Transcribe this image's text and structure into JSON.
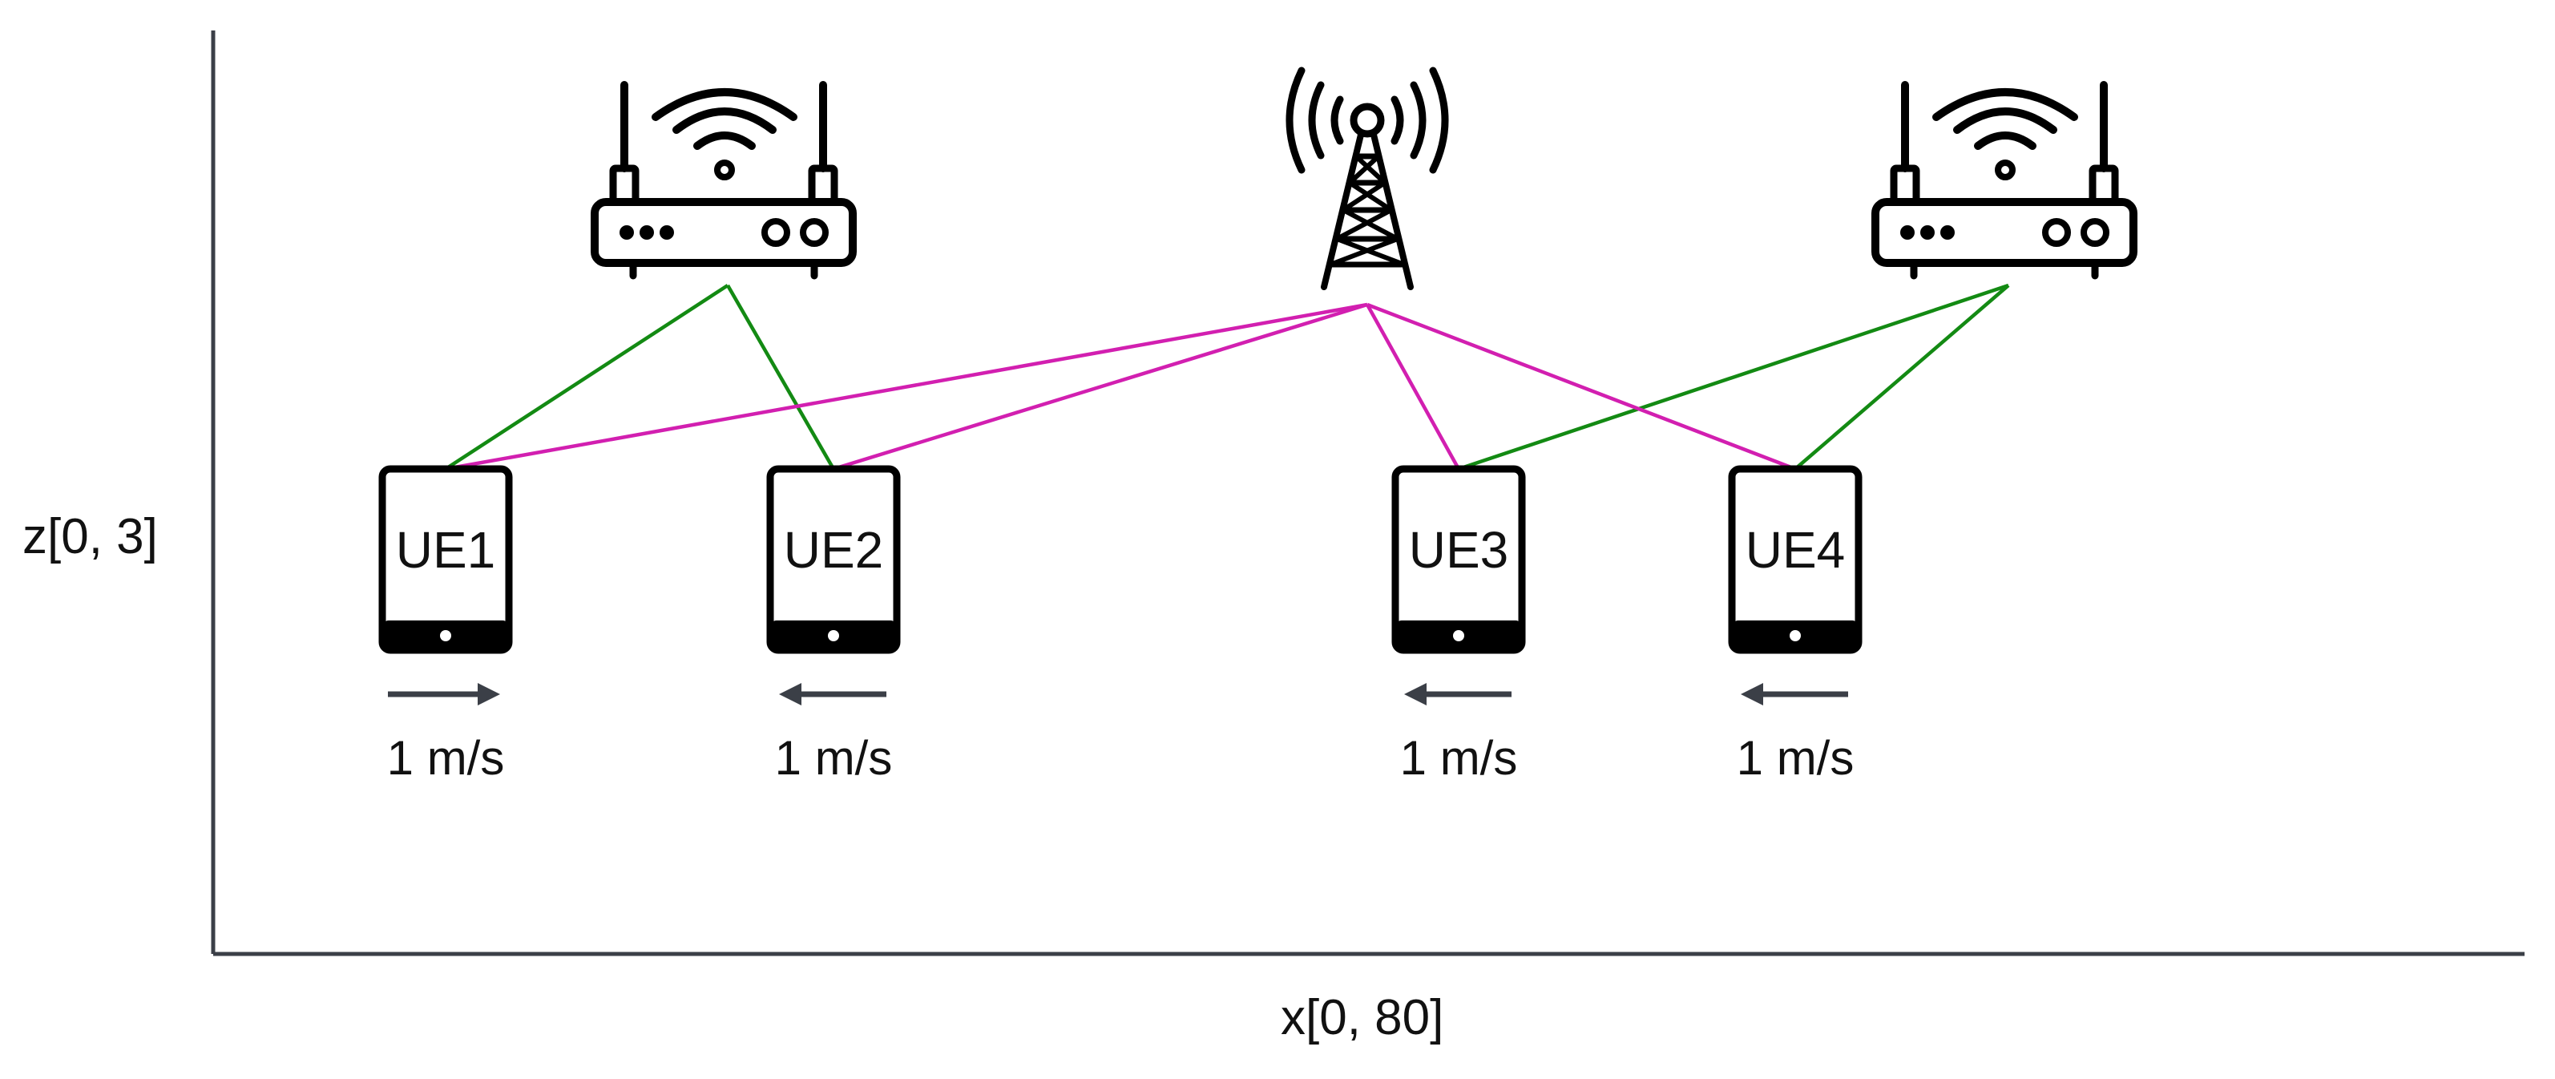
{
  "axes": {
    "x_label": "x[0, 80]",
    "z_label": "z[0, 3]"
  },
  "colors": {
    "wifi_link": "#138a13",
    "cellular_link": "#d21fb0",
    "axis": "#3b3f47"
  },
  "access_points": [
    {
      "type": "wifi-router",
      "icon": "wifi-router-icon"
    },
    {
      "type": "cell-tower",
      "icon": "cell-tower-icon"
    },
    {
      "type": "wifi-router",
      "icon": "wifi-router-icon"
    }
  ],
  "devices": [
    {
      "label": "UE1",
      "speed": "1 m/s",
      "direction": "right",
      "icon": "tablet-icon"
    },
    {
      "label": "UE2",
      "speed": "1 m/s",
      "direction": "left",
      "icon": "tablet-icon"
    },
    {
      "label": "UE3",
      "speed": "1 m/s",
      "direction": "left",
      "icon": "tablet-icon"
    },
    {
      "label": "UE4",
      "speed": "1 m/s",
      "direction": "left",
      "icon": "tablet-icon"
    }
  ]
}
